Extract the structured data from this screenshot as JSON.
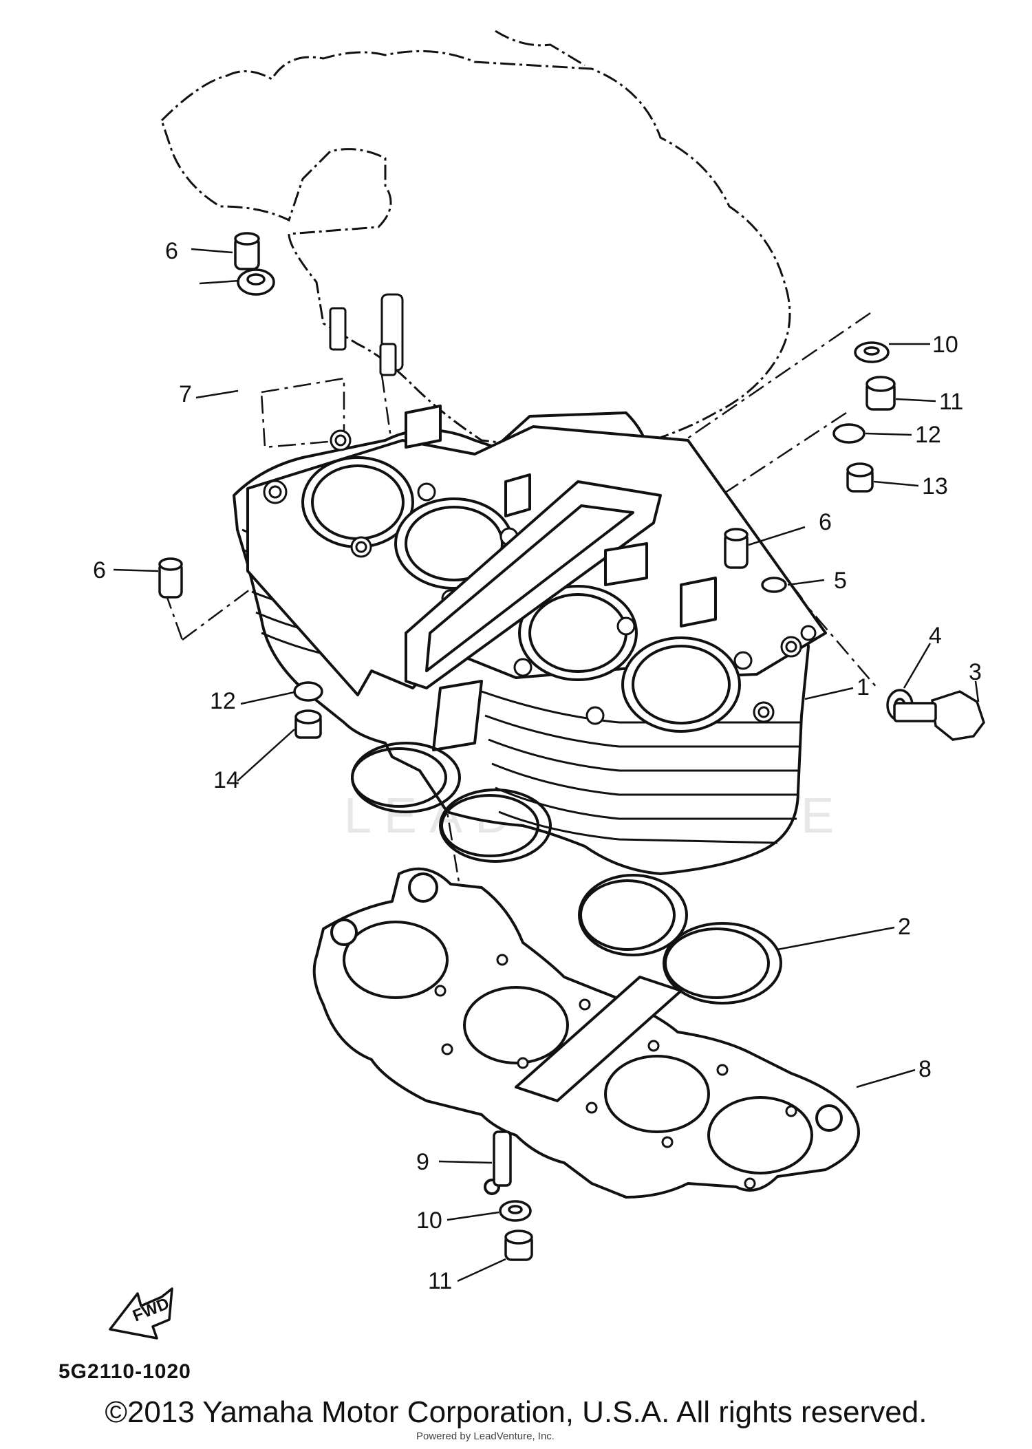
{
  "diagram": {
    "callouts": [
      {
        "id": "c1",
        "label": "1"
      },
      {
        "id": "c2",
        "label": "2"
      },
      {
        "id": "c3",
        "label": "3"
      },
      {
        "id": "c4",
        "label": "4"
      },
      {
        "id": "c5",
        "label": "5"
      },
      {
        "id": "c6a",
        "label": "6"
      },
      {
        "id": "c6b",
        "label": "6"
      },
      {
        "id": "c6c",
        "label": "6"
      },
      {
        "id": "c7",
        "label": "7"
      },
      {
        "id": "c8",
        "label": "8"
      },
      {
        "id": "c9",
        "label": "9"
      },
      {
        "id": "c10a",
        "label": "10"
      },
      {
        "id": "c10b",
        "label": "10"
      },
      {
        "id": "c11a",
        "label": "11"
      },
      {
        "id": "c11b",
        "label": "11"
      },
      {
        "id": "c12a",
        "label": "12"
      },
      {
        "id": "c12b",
        "label": "12"
      },
      {
        "id": "c13",
        "label": "13"
      },
      {
        "id": "c14",
        "label": "14"
      }
    ],
    "fwd_label": "FWD",
    "figure_code": "5G2110-1020",
    "watermark": "LEADVENTURE",
    "credit": "Powered by LeadVenture, Inc.",
    "copyright": "©2013 Yamaha Motor Corporation, U.S.A. All rights reserved."
  }
}
